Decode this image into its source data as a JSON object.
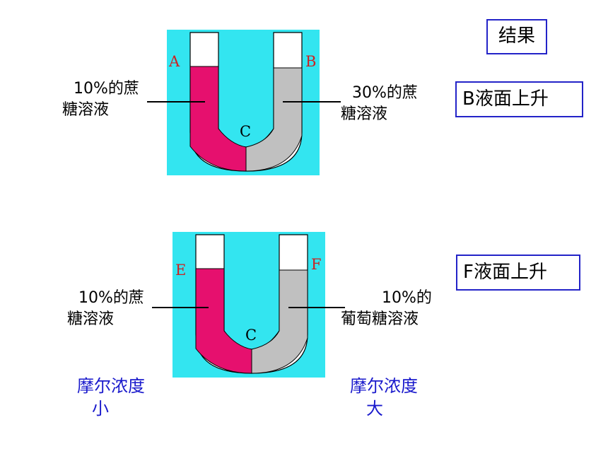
{
  "result_title": "结果",
  "colors": {
    "background_panel": "#33e5f0",
    "left_solution": "#e6106e",
    "right_solution": "#c0c0c0",
    "tube_empty": "#ffffff",
    "letter_red": "#cc2222",
    "box_border": "#2323c8",
    "molar_text": "#1a1acc"
  },
  "diagram1": {
    "left_letter": "A",
    "right_letter": "B",
    "bottom_letter": "C",
    "left_label_line1": "10%的蔗",
    "left_label_line2": "糖溶液",
    "right_label_line1": "30%的蔗",
    "right_label_line2": "糖溶液",
    "result": "B液面上升"
  },
  "diagram2": {
    "left_letter": "E",
    "right_letter": "F",
    "bottom_letter": "C",
    "left_label_line1": "10%的蔗",
    "left_label_line2": "糖溶液",
    "right_label_line1": "10%的",
    "right_label_line2": "葡萄糖溶液",
    "result": "F液面上升",
    "left_molar_line1": "摩尔浓度",
    "left_molar_line2": "小",
    "right_molar_line1": "摩尔浓度",
    "right_molar_line2": "大"
  }
}
